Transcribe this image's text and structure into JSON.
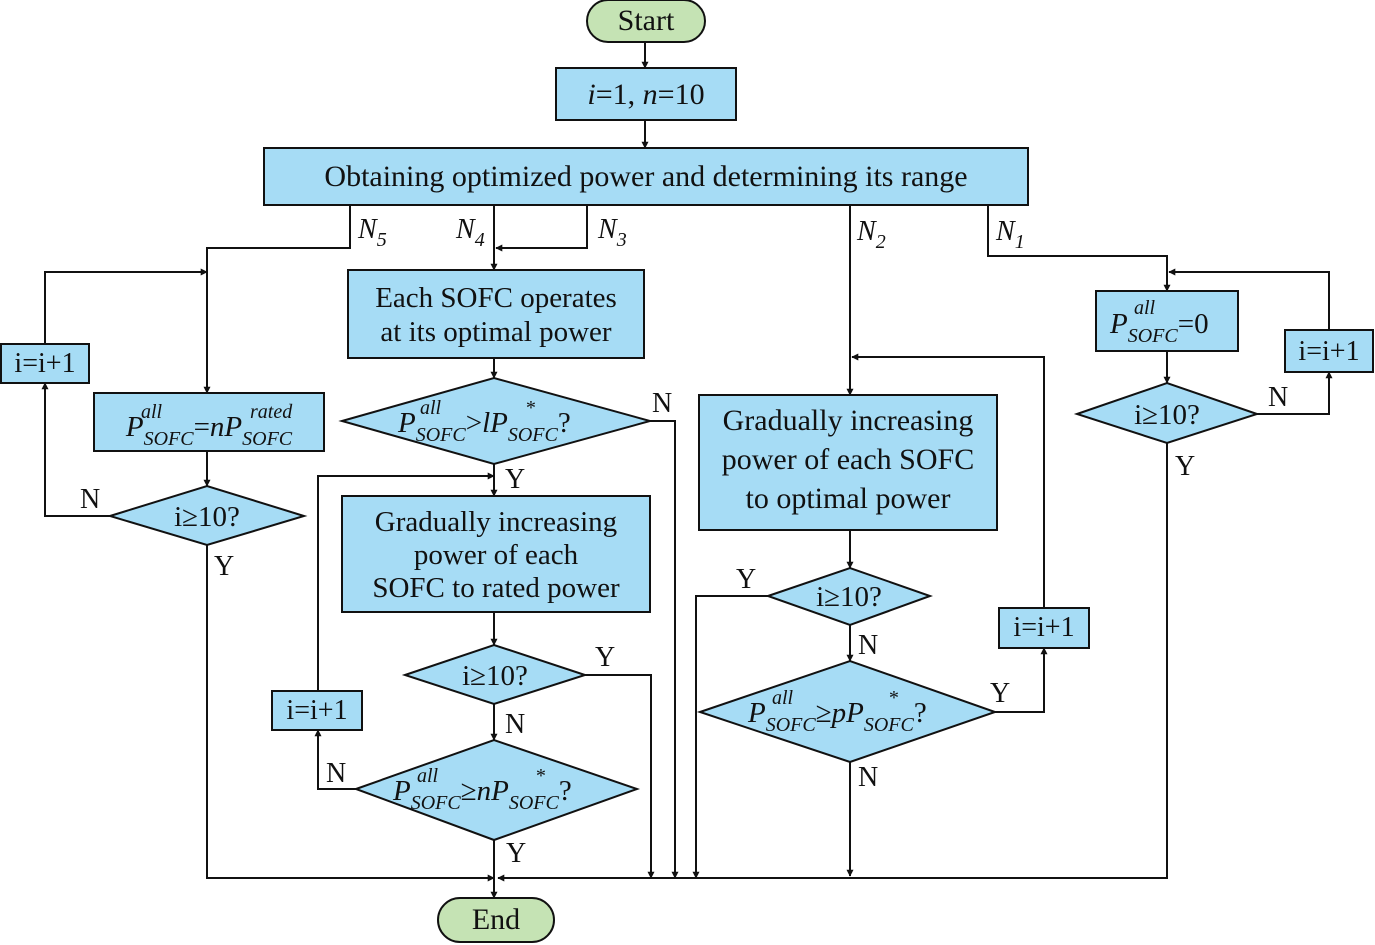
{
  "start": "Start",
  "end": "End",
  "init": {
    "i": "i",
    "eq1": "=1, ",
    "n": "n",
    "eq10": "=10"
  },
  "obtain": "Obtaining optimized power and determining its range",
  "branches": {
    "n5": {
      "N": "N",
      "sub": "5"
    },
    "n4": {
      "N": "N",
      "sub": "4"
    },
    "n3": {
      "N": "N",
      "sub": "3"
    },
    "n2": {
      "N": "N",
      "sub": "2"
    },
    "n1": {
      "N": "N",
      "sub": "1"
    }
  },
  "psym": {
    "P": "P",
    "all": "all",
    "sofc": "SOFC",
    "rated": "rated",
    "star": "*"
  },
  "col_n5": {
    "power_eq": "=",
    "n": "n",
    "incr": "i=i+1",
    "cond": "i≥10?",
    "yes": "Y",
    "no": "N"
  },
  "col_n34": {
    "box1_line1": "Each SOFC operates",
    "box1_line2": "at its optimal power",
    "cond1_op": ">",
    "l": "l",
    "q": "?",
    "box2_line1": "Gradually increasing",
    "box2_line2": "power of each",
    "box2_line3": "SOFC to rated power",
    "cond2": "i≥10?",
    "cond3_op": "≥",
    "n": "n",
    "incr": "i=i+1",
    "yes": "Y",
    "no": "N"
  },
  "col_n2": {
    "box_line1": "Gradually increasing",
    "box_line2": "power of each SOFC",
    "box_line3": "to optimal power",
    "cond1": "i≥10?",
    "cond2_op": "≥",
    "p": "p",
    "q": "?",
    "incr": "i=i+1",
    "yes": "Y",
    "no": "N"
  },
  "col_n1": {
    "zero": "=0",
    "cond": "i≥10?",
    "incr": "i=i+1",
    "yes": "Y",
    "no": "N"
  }
}
